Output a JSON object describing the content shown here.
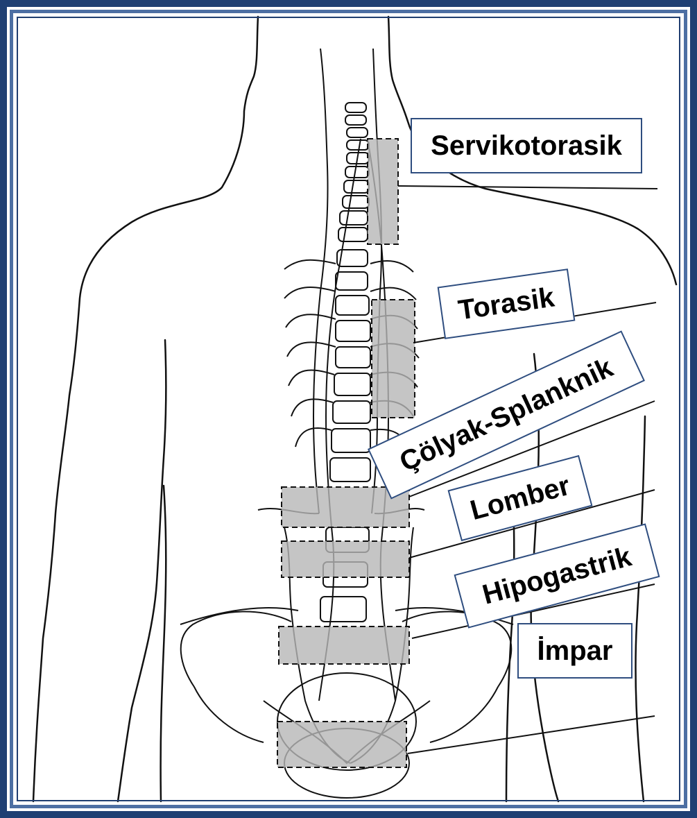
{
  "colors": {
    "frame_outer": "#1f3f73",
    "frame_inner": "#4d6fa3",
    "line_art": "#111111",
    "ganglion_fill": "#b7b7b7",
    "label_border": "#2e4d7f"
  },
  "labels": {
    "servikotorasik": "Servikotorasik",
    "torasik": "Torasik",
    "colyak_splanknik": "Çölyak-Splanknik",
    "lomber": "Lomber",
    "hipogastrik": "Hipogastrik",
    "impar": "İmpar"
  }
}
